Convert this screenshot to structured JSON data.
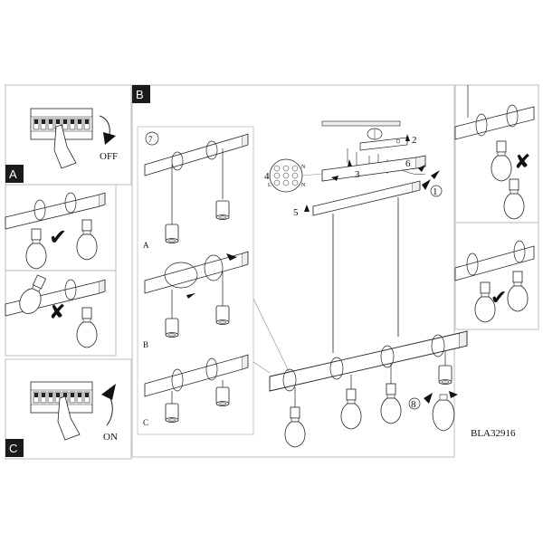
{
  "sections": {
    "a": {
      "letter": "A",
      "caption": "OFF"
    },
    "b": {
      "letter": "B"
    },
    "c": {
      "letter": "C",
      "caption": "ON"
    }
  },
  "model_code": "BLA32916",
  "steps": [
    "1",
    "2",
    "3",
    "4",
    "5",
    "6",
    "7",
    "8"
  ],
  "variants": [
    "A",
    "B",
    "C"
  ],
  "connector_labels": {
    "top": "N",
    "left": "L",
    "bottom": "N"
  },
  "marks": {
    "correct": "✔",
    "wrong": "✘"
  },
  "colors": {
    "line": "#222222",
    "panel_border": "#c8c8c8",
    "fill": "#ffffff",
    "gray": "#dcdcdc"
  }
}
